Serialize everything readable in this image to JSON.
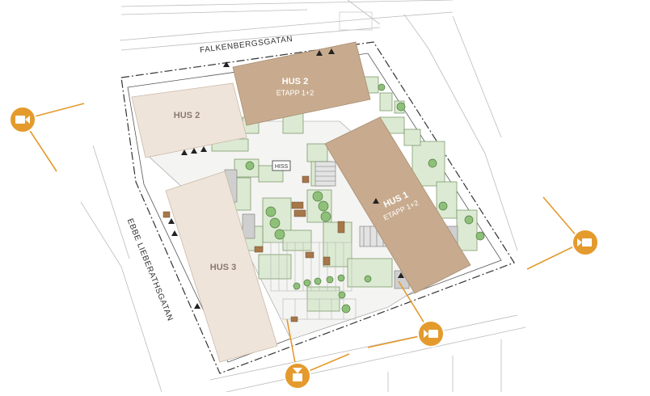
{
  "streets": {
    "north": "FALKENBERGSGATAN",
    "west": "EBBE LIEBERATHSGATAN"
  },
  "buildings": {
    "hus2_light": {
      "label": "HUS 2"
    },
    "hus2_dark": {
      "label": "HUS 2",
      "stage": "ETAPP 1+2"
    },
    "hus1": {
      "label": "HUS 1",
      "stage": "ETAPP 1+2"
    },
    "hus3": {
      "label": "HUS 3"
    }
  },
  "elevator_label": "HISS",
  "camera_icon": "camera-icon",
  "colors": {
    "building_light": "#efe4da",
    "building_dark": "#c8ab8e",
    "green_area": "#dcead3",
    "tree": "#8fc07a",
    "camera": "#e49a2d",
    "linework": "#333333"
  }
}
